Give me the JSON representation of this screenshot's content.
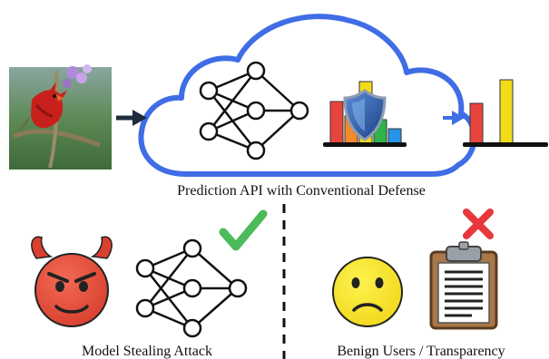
{
  "top": {
    "cloud_caption": "Prediction API with Conventional Defense",
    "input_image": "cardinal-bird-photo",
    "output_label": "prediction-histogram"
  },
  "bottom_left": {
    "caption": "Model Stealing Attack",
    "verdict": "check",
    "verdict_color": "#4cbb5a",
    "face_color": "#e8503f"
  },
  "bottom_right": {
    "caption": "Benign Users / Transparency",
    "verdict": "cross",
    "verdict_color": "#e8373d",
    "face_color": "#f7e82a"
  },
  "colors": {
    "cloud_stroke": "#3f6de6",
    "bar_red": "#e8443e",
    "bar_orange": "#f08a2a",
    "bar_yellow": "#f2dc18",
    "bar_green": "#2fb34a",
    "bar_blue": "#2594e8",
    "arrow": "#1f2c3d"
  }
}
